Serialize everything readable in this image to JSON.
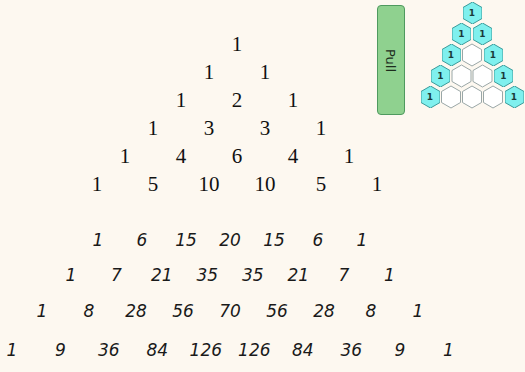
{
  "diagram": {
    "nodes": [
      {
        "text": [
          "Pull"
        ]
      },
      {
        "text": [
          "1"
        ]
      },
      {
        "text": [
          "1"
        ]
      },
      {
        "text": [
          "1"
        ]
      },
      {
        "text": [
          "1"
        ]
      },
      {
        "text": [
          "1"
        ]
      },
      {
        "text": [
          "1"
        ]
      },
      {
        "text": [
          "1"
        ]
      },
      {
        "text": [
          "1"
        ]
      },
      {
        "text": [
          "1"
        ]
      }
    ],
    "labels": [
      "1",
      "1",
      "1",
      "1",
      "2",
      "1",
      "1",
      "3",
      "3",
      "1",
      "1",
      "4",
      "6",
      "4",
      "1",
      "1",
      "5",
      "10",
      "10",
      "5",
      "1",
      "1",
      "6",
      "15",
      "20",
      "15",
      "6",
      "1",
      "1",
      "7",
      "21",
      "35",
      "35",
      "21",
      "7",
      "1",
      "1",
      "8",
      "28",
      "56",
      "70",
      "56",
      "28",
      "8",
      "1",
      "1",
      "9",
      "36",
      "84",
      "126",
      "126",
      "84",
      "36",
      "9",
      "1"
    ]
  }
}
